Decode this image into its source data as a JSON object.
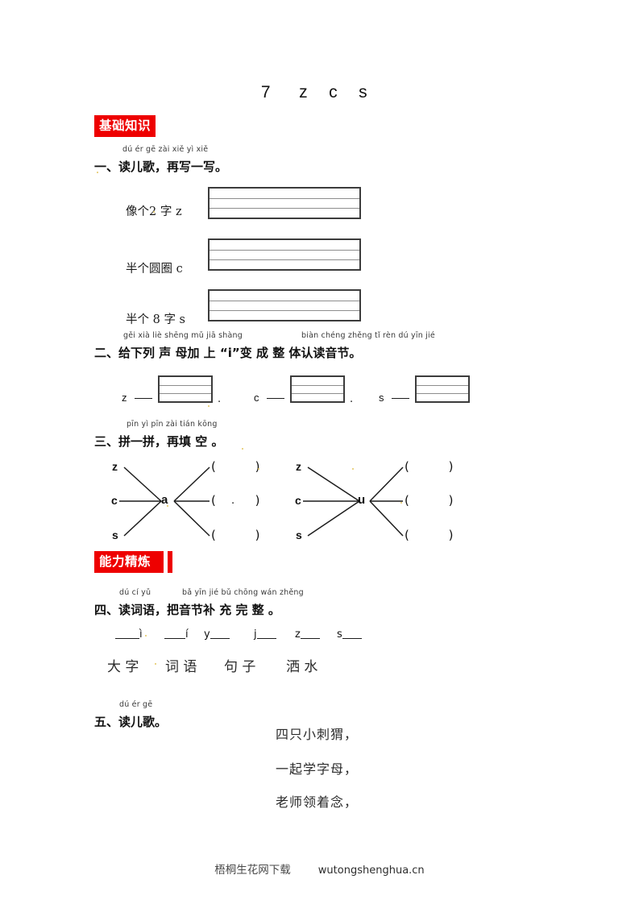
{
  "document": {
    "title_number": "7",
    "title_letters": [
      "z",
      "c",
      "s"
    ],
    "footer_cn": "梧桐生花网下载",
    "footer_url": "wutongshenghua.cn"
  },
  "badges": {
    "basic": "基础知识",
    "drill": "能力精炼"
  },
  "colors": {
    "badge_red": "#ee0000",
    "badge_text": "#ffffff",
    "ink": "#111111",
    "grid_border": "#3c3c3c",
    "grid_line": "#8d8d8d"
  },
  "sections": [
    {
      "number": "一、",
      "ruby": "dú ér gē   zài xiě yì xiě",
      "text": "读儿歌，再写一写。",
      "rows": [
        {
          "label_cn": "像个",
          "label_mid": "2",
          "label_cn2": "字",
          "label_latin": "z",
          "full": "像个2 字 z"
        },
        {
          "label_cn": "半个圆圈",
          "label_mid": "",
          "label_cn2": "",
          "label_latin": "c",
          "full": "半个圆圈 c"
        },
        {
          "label_cn": "半个",
          "label_mid": "8",
          "label_cn2": "字",
          "label_latin": "s",
          "full": "半个 8 字 s"
        }
      ]
    },
    {
      "number": "二、",
      "ruby_left": "gěi xià liè shēng mǔ jiā shàng",
      "ruby_right": "biàn chéng zhěng tǐ rèn dú yīn jié",
      "text": "给下列 声 母加 上 “i”变 成  整 体认读音节。",
      "items": [
        {
          "letter": "z",
          "sep": "—",
          "trailing": "."
        },
        {
          "letter": "c",
          "sep": "—",
          "trailing": "."
        },
        {
          "letter": "s",
          "sep": "—",
          "trailing": ""
        }
      ]
    },
    {
      "number": "三、",
      "ruby": "pīn yì pīn   zài tián kōng",
      "text": "拼一拼，再填 空 。",
      "diagrams": [
        {
          "initials": [
            "z",
            "c",
            "s"
          ],
          "center": "a",
          "answers": [
            "(      )",
            "(      )",
            "(      )"
          ],
          "trailing": "."
        },
        {
          "initials": [
            "z",
            "c",
            "s"
          ],
          "center": "u",
          "answers": [
            "(      )",
            "(      )",
            "(      )"
          ],
          "trailing": ""
        }
      ]
    },
    {
      "number": "四、",
      "ruby_left": "dú cí yǔ",
      "ruby_right": "bǎ yīn jié bǔ chōng wán zhěng",
      "text": "读词语，把音节补 充  完  整  。",
      "blanks": [
        {
          "prefix": "",
          "blank": "____",
          "suffix": "ì"
        },
        {
          "prefix": "",
          "blank": "___",
          "suffix": "í"
        },
        {
          "prefix": "y",
          "blank": "___",
          "suffix": ""
        },
        {
          "prefix": "j",
          "blank": "___",
          "suffix": ""
        },
        {
          "prefix": "z",
          "blank": "___",
          "suffix": ""
        },
        {
          "prefix": "s",
          "blank": "___",
          "suffix": ""
        }
      ],
      "words": [
        "大 字",
        "词 语",
        "句 子",
        "洒 水"
      ]
    },
    {
      "number": "五、",
      "ruby": "dú ér gē",
      "text": "读儿歌。",
      "poem": [
        "四只小刺猬，",
        "一起学字母，",
        "老师领着念，"
      ]
    }
  ]
}
